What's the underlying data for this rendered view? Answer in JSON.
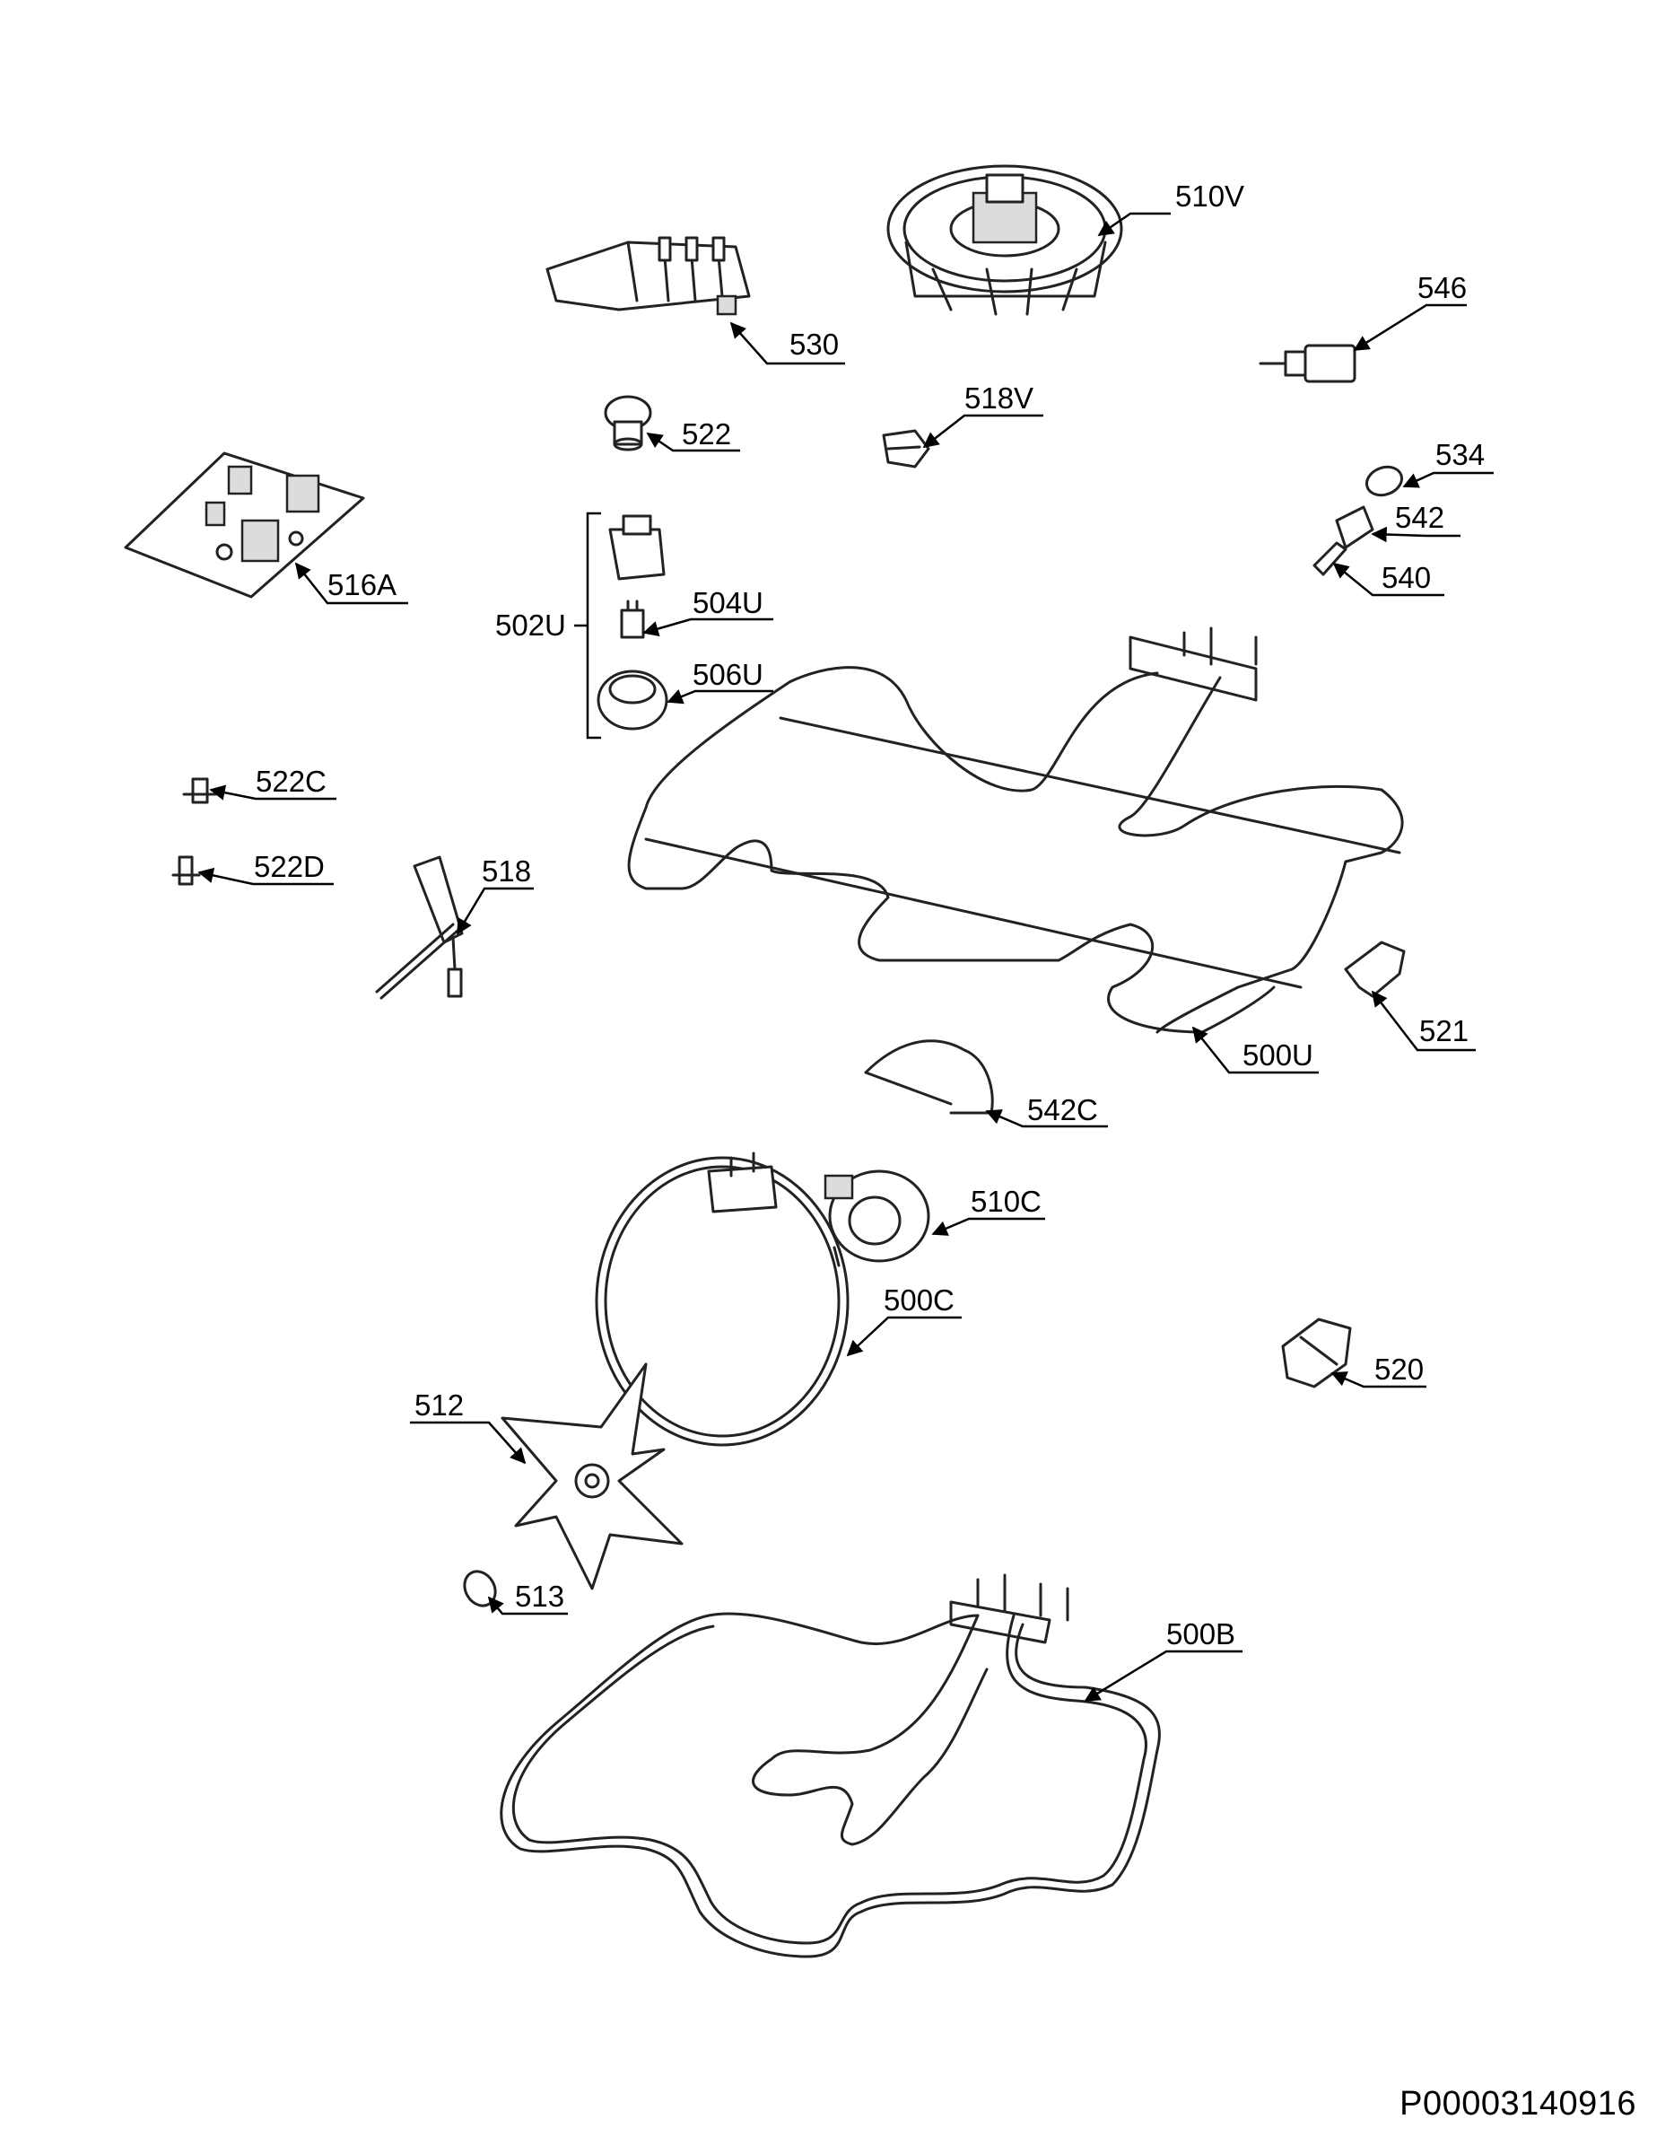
{
  "document": {
    "id": "P00003140916"
  },
  "callouts": [
    {
      "key": "c510V",
      "text": "510V"
    },
    {
      "key": "c546",
      "text": "546"
    },
    {
      "key": "c530",
      "text": "530"
    },
    {
      "key": "c518V",
      "text": "518V"
    },
    {
      "key": "c522",
      "text": "522"
    },
    {
      "key": "c534",
      "text": "534"
    },
    {
      "key": "c542",
      "text": "542"
    },
    {
      "key": "c540",
      "text": "540"
    },
    {
      "key": "c516A",
      "text": "516A"
    },
    {
      "key": "c502U",
      "text": "502U"
    },
    {
      "key": "c504U",
      "text": "504U"
    },
    {
      "key": "c506U",
      "text": "506U"
    },
    {
      "key": "c522C",
      "text": "522C"
    },
    {
      "key": "c522D",
      "text": "522D"
    },
    {
      "key": "c518",
      "text": "518"
    },
    {
      "key": "c521",
      "text": "521"
    },
    {
      "key": "c500U",
      "text": "500U"
    },
    {
      "key": "c542C",
      "text": "542C"
    },
    {
      "key": "c510C",
      "text": "510C"
    },
    {
      "key": "c500C",
      "text": "500C"
    },
    {
      "key": "c520",
      "text": "520"
    },
    {
      "key": "c512",
      "text": "512"
    },
    {
      "key": "c513",
      "text": "513"
    },
    {
      "key": "c500B",
      "text": "500B"
    }
  ]
}
